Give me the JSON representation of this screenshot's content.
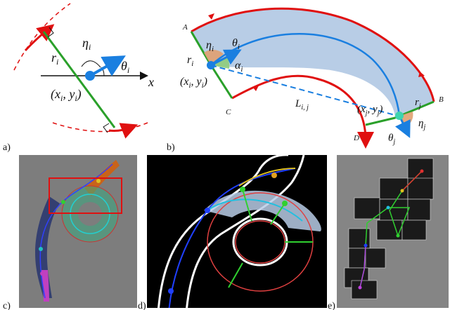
{
  "panel_a": {
    "label": "a)",
    "eta": "η",
    "eta_sub": "i",
    "theta": "θ",
    "theta_sub": "i",
    "r": "r",
    "r_sub": "i",
    "coord": "(x",
    "coord_sub": "i",
    "coord_mid": ", y",
    "coord_sub2": "i",
    "coord_end": ")",
    "axis_x": "x"
  },
  "panel_b": {
    "label": "b)",
    "A": "A",
    "B": "B",
    "C": "C",
    "D": "D",
    "eta_i": "η",
    "eta_i_sub": "i",
    "theta_i": "θ",
    "theta_i_sub": "i",
    "r_i": "r",
    "r_i_sub": "i",
    "alpha": "α",
    "alpha_sub": "i",
    "coord_i": "(x",
    "coord_i_sub": "i",
    "coord_i_mid": ", y",
    "coord_i_sub2": "i",
    "coord_i_end": ")",
    "L": "L",
    "L_sub": "i, j",
    "coord_j": "(x",
    "coord_j_sub": "j",
    "coord_j_mid": ", y",
    "coord_j_sub2": "j",
    "coord_j_end": ")",
    "r_j": "r",
    "r_j_sub": "j",
    "eta_j": "η",
    "eta_j_sub": "j",
    "theta_j": "θ",
    "theta_j_sub": "j"
  },
  "panel_c": {
    "label": "c)"
  },
  "panel_d": {
    "label": "d)"
  },
  "panel_e": {
    "label": "e)"
  },
  "colors": {
    "red": "#e01010",
    "green": "#2aa02a",
    "blue": "#1a7fe0",
    "fill_blue": "#b8cde6",
    "gray_bg": "#7d7d7d"
  }
}
